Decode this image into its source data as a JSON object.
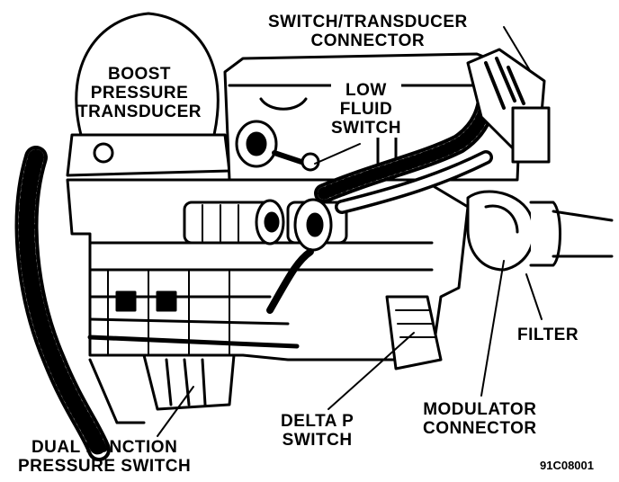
{
  "labels": {
    "switch_transducer_connector": [
      "SWITCH/TRANSDUCER",
      "CONNECTOR"
    ],
    "boost_pressure_transducer": [
      "BOOST",
      "PRESSURE",
      "TRANSDUCER"
    ],
    "low_fluid_switch": [
      "LOW",
      "FLUID",
      "SWITCH"
    ],
    "filter": [
      "FILTER"
    ],
    "modulator_connector": [
      "MODULATOR",
      "CONNECTOR"
    ],
    "delta_p_switch": [
      "DELTA P",
      "SWITCH"
    ],
    "dual_function_pressure_switch": [
      "DUAL FUNCTION",
      "PRESSURE SWITCH"
    ]
  },
  "figure_code": "91C08001"
}
